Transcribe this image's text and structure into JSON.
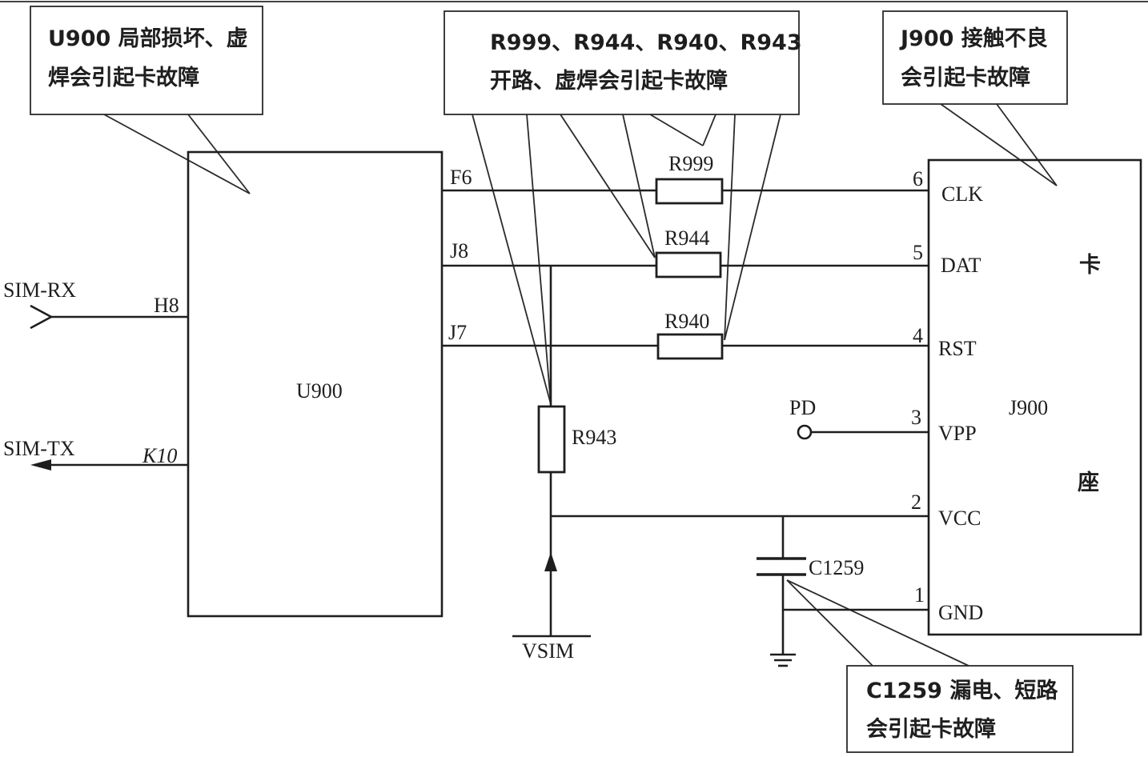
{
  "callouts": {
    "u900": {
      "line1": "U900 局部损坏、虚",
      "line2": "焊会引起卡故障"
    },
    "resistors": {
      "line1": "R999、R944、R940、R943",
      "line2": "开路、虚焊会引起卡故障"
    },
    "j900": {
      "line1": "J900 接触不良",
      "line2": "会引起卡故障"
    },
    "c1259": {
      "line1": "C1259 漏电、短路",
      "line2": "会引起卡故障"
    }
  },
  "u900": {
    "label": "U900",
    "pins": {
      "f6": "F6",
      "j8": "J8",
      "j7": "J7",
      "h8": "H8",
      "k10": "K10"
    }
  },
  "signals": {
    "sim_rx": "SIM-RX",
    "sim_tx": "SIM-TX",
    "vsim": "VSIM",
    "pd": "PD"
  },
  "resistors": {
    "r999": "R999",
    "r944": "R944",
    "r940": "R940",
    "r943": "R943"
  },
  "capacitor": {
    "c1259": "C1259"
  },
  "j900": {
    "label": "J900",
    "side_top": "卡",
    "side_bottom": "座",
    "pins": [
      {
        "num": "6",
        "name": "CLK"
      },
      {
        "num": "5",
        "name": "DAT"
      },
      {
        "num": "4",
        "name": "RST"
      },
      {
        "num": "3",
        "name": "VPP"
      },
      {
        "num": "2",
        "name": "VCC"
      },
      {
        "num": "1",
        "name": "GND"
      }
    ]
  }
}
